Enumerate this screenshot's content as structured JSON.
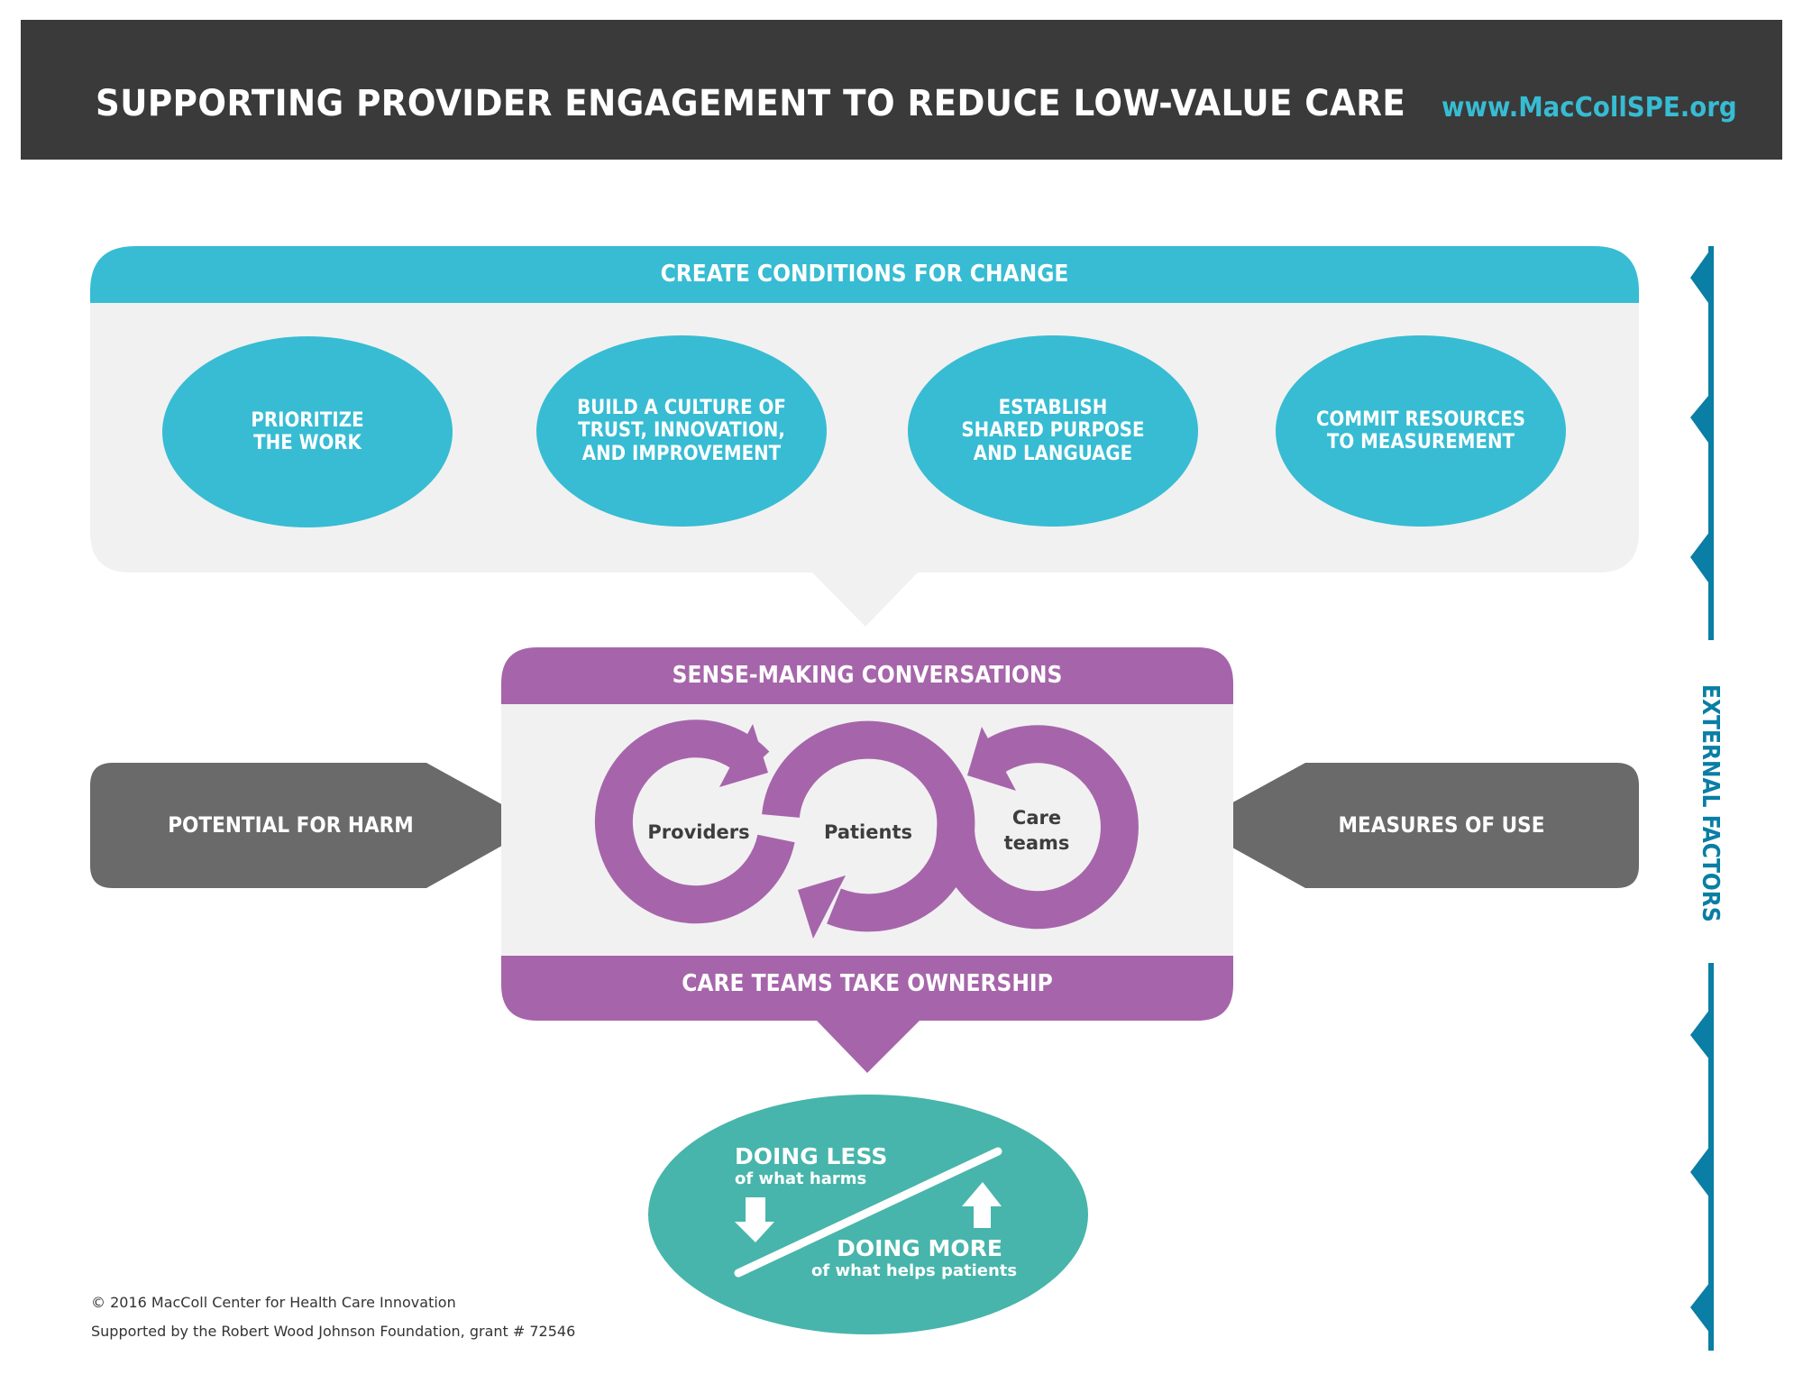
{
  "header": {
    "title": "SUPPORTING PROVIDER ENGAGEMENT TO REDUCE LOW-VALUE CARE",
    "url": "www.MacCollSPE.org"
  },
  "conditions": {
    "title": "CREATE CONDITIONS FOR CHANGE",
    "items": [
      {
        "label": "PRIORITIZE\nTHE WORK"
      },
      {
        "label": "BUILD A CULTURE OF\nTRUST, INNOVATION,\nAND IMPROVEMENT"
      },
      {
        "label": "ESTABLISH\nSHARED PURPOSE\nAND LANGUAGE"
      },
      {
        "label": "COMMIT RESOURCES\nTO MEASUREMENT"
      }
    ]
  },
  "sense_making": {
    "title": "SENSE-MAKING CONVERSATIONS",
    "loops": [
      "Providers",
      "Patients",
      "Care\nteams"
    ],
    "footer": "CARE TEAMS TAKE OWNERSHIP"
  },
  "inputs": {
    "left": "POTENTIAL FOR HARM",
    "right": "MEASURES OF USE"
  },
  "external_factors": "EXTERNAL FACTORS",
  "outcome": {
    "less_title": "DOING LESS",
    "less_sub": "of what harms",
    "more_title": "DOING MORE",
    "more_sub": "of what helps patients"
  },
  "footer": {
    "copyright": "© 2016 MacColl Center for Health Care Innovation",
    "support": "Supported by the Robert Wood Johnson Foundation, grant # 72546"
  },
  "colors": {
    "header_bg": "#3a3a3a",
    "teal": "#37bcd3",
    "purple": "#a665aa",
    "gray_arrow": "#6a6a6a",
    "panel": "#f1f1f1",
    "outcome": "#47b5ab",
    "external": "#0a7ea4"
  }
}
